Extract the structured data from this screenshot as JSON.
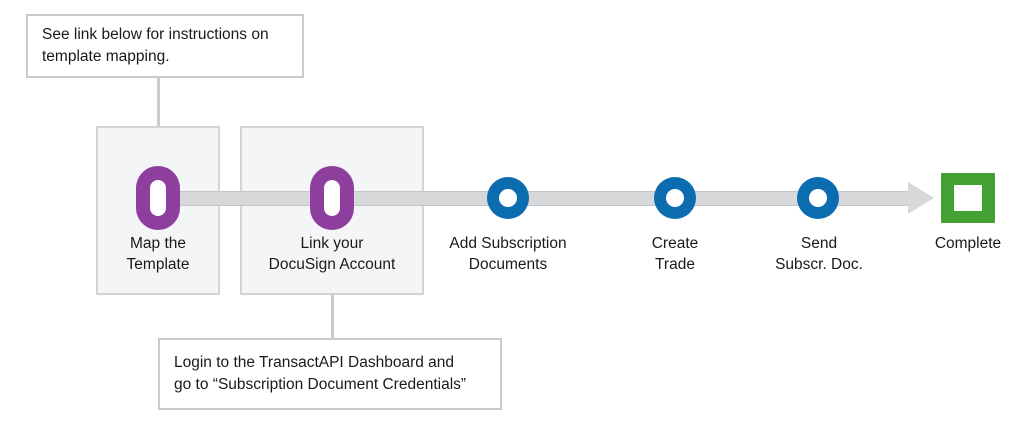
{
  "callouts": {
    "top": {
      "text": "See link below for instructions on\ntemplate mapping."
    },
    "bottom": {
      "text": "Login to the TransactAPI Dashboard and\ngo to “Subscription Document Credentials”"
    }
  },
  "flow": {
    "steps": [
      {
        "label": "Map the\nTemplate",
        "marker": "docusign-pill-icon",
        "color": "#8e3f9e",
        "boxed": true
      },
      {
        "label": "Link your\nDocuSign Account",
        "marker": "docusign-pill-icon",
        "color": "#8e3f9e",
        "boxed": true
      },
      {
        "label": "Add Subscription\nDocuments",
        "marker": "step-circle-icon",
        "color": "#0b6cb0",
        "boxed": false
      },
      {
        "label": "Create\nTrade",
        "marker": "step-circle-icon",
        "color": "#0b6cb0",
        "boxed": false
      },
      {
        "label": "Send\nSubscr. Doc.",
        "marker": "step-circle-icon",
        "color": "#0b6cb0",
        "boxed": false
      },
      {
        "label": "Complete",
        "marker": "complete-square-icon",
        "color": "#42a132",
        "boxed": false
      }
    ]
  },
  "colors": {
    "purple": "#8e3f9e",
    "blue": "#0b6cb0",
    "green": "#42a132",
    "track_gray": "#d6d8da",
    "border_gray": "#c9cbcd",
    "panel_fill": "#f4f5f7",
    "text": "#1a1a1a"
  }
}
